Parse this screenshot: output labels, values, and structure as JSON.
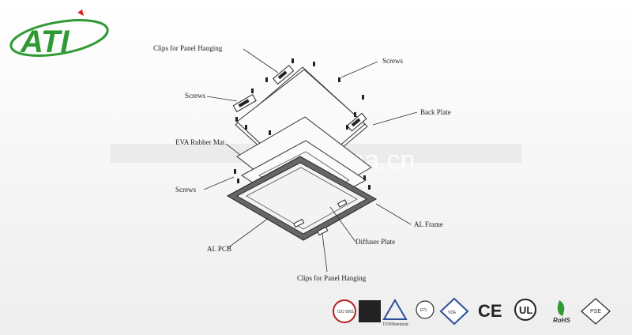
{
  "logo": {
    "text": "ATI",
    "color": "#2f9a33",
    "accent": "#d62418"
  },
  "watermark": {
    "text": "trade.china.cn"
  },
  "labels": {
    "clips_top": "Clips for Panel Hanging",
    "screws_top_right": "Screws",
    "screws_left": "Screws",
    "back_plate": "Back Plate",
    "eva_mat": "EVA Rubber Mat",
    "screws_lower": "Screws",
    "al_frame": "AL Frame",
    "diffuser": "Diffuser Plate",
    "al_pcb": "AL PCB",
    "clips_bottom": "Clips for Panel Hanging"
  },
  "certs": {
    "iso": "ISO 9001",
    "ccc": "CCC",
    "tuv": "TÜVRheinland",
    "etl": "ETL",
    "vde": "VDE",
    "ce": "CE",
    "ul": "UL",
    "rohs": "RoHS",
    "pse": "PSE",
    "icons": [
      "iso-icon",
      "ccc-icon",
      "tuv-icon",
      "etl-icon",
      "vde-icon",
      "ce-icon",
      "ul-icon",
      "rohs-icon",
      "pse-icon"
    ]
  }
}
